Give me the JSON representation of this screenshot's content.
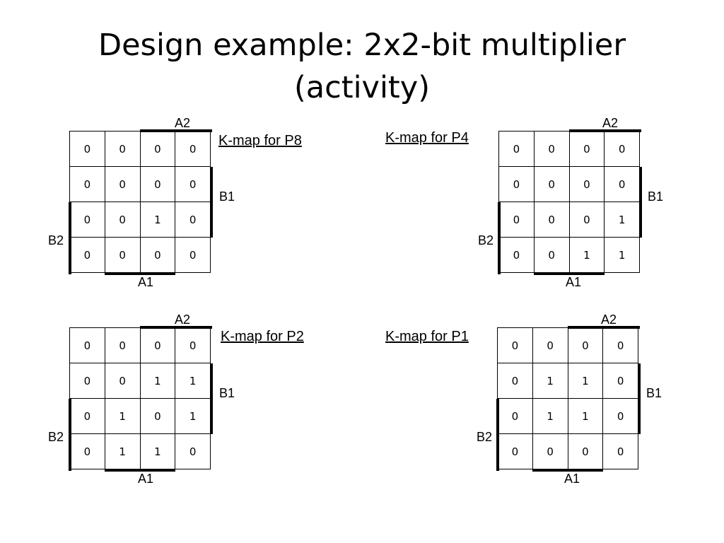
{
  "title": {
    "line1": "Design example: 2x2-bit multiplier",
    "line2": "(activity)"
  },
  "kmaps": [
    {
      "caption": "K-map for P8",
      "a2": "A2",
      "a1": "A1",
      "b1": "B1",
      "b2": "B2",
      "rows": [
        [
          "0",
          "0",
          "0",
          "0"
        ],
        [
          "0",
          "0",
          "0",
          "0"
        ],
        [
          "0",
          "0",
          "1",
          "0"
        ],
        [
          "0",
          "0",
          "0",
          "0"
        ]
      ]
    },
    {
      "caption": "K-map for P4",
      "a2": "A2",
      "a1": "A1",
      "b1": "B1",
      "b2": "B2",
      "rows": [
        [
          "0",
          "0",
          "0",
          "0"
        ],
        [
          "0",
          "0",
          "0",
          "0"
        ],
        [
          "0",
          "0",
          "0",
          "1"
        ],
        [
          "0",
          "0",
          "1",
          "1"
        ]
      ]
    },
    {
      "caption": "K-map for P2",
      "a2": "A2",
      "a1": "A1",
      "b1": "B1",
      "b2": "B2",
      "rows": [
        [
          "0",
          "0",
          "0",
          "0"
        ],
        [
          "0",
          "0",
          "1",
          "1"
        ],
        [
          "0",
          "1",
          "0",
          "1"
        ],
        [
          "0",
          "1",
          "1",
          "0"
        ]
      ]
    },
    {
      "caption": "K-map for P1",
      "a2": "A2",
      "a1": "A1",
      "b1": "B1",
      "b2": "B2",
      "rows": [
        [
          "0",
          "0",
          "0",
          "0"
        ],
        [
          "0",
          "1",
          "1",
          "0"
        ],
        [
          "0",
          "1",
          "1",
          "0"
        ],
        [
          "0",
          "0",
          "0",
          "0"
        ]
      ]
    }
  ]
}
